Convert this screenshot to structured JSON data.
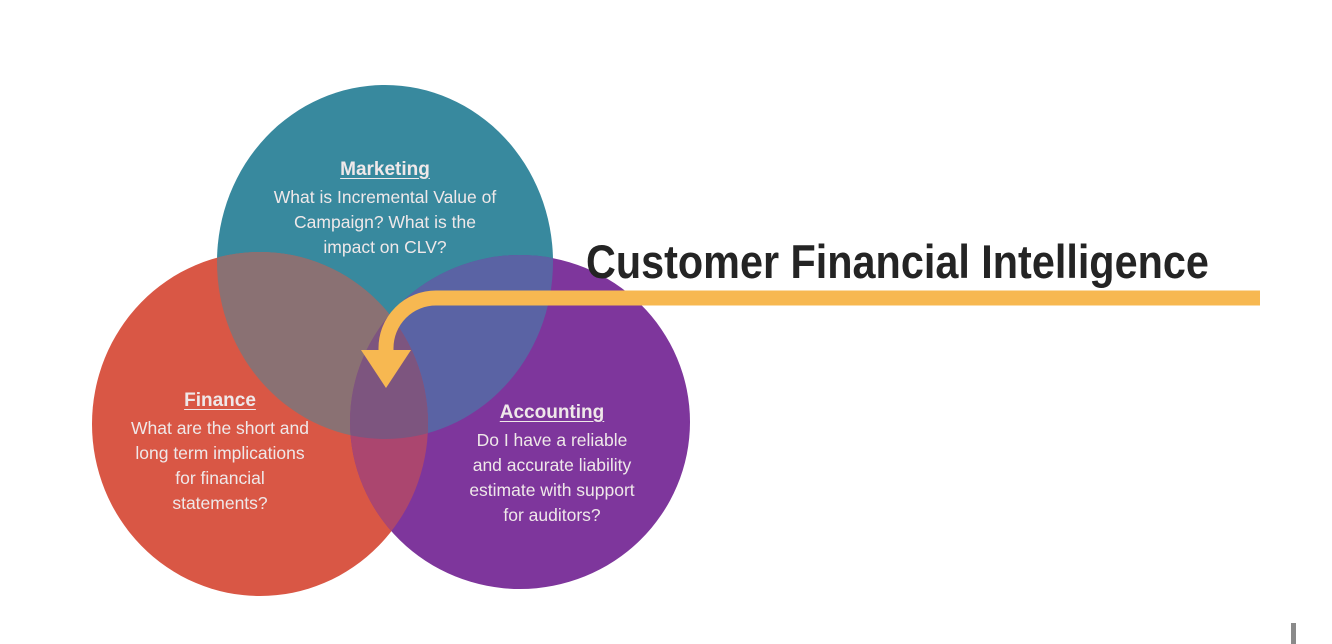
{
  "title": "Customer Financial Intelligence",
  "title_color": "#242424",
  "circle_text_color": "#EFE8E9",
  "background_color": "#FFFFFF",
  "venn": {
    "marketing": {
      "label": "Marketing",
      "lines": [
        "What is Incremental Value of",
        "Campaign? What is the",
        "impact on CLV?"
      ],
      "color": "#38899E"
    },
    "finance": {
      "label": "Finance",
      "lines": [
        "What are the short and",
        "long term implications",
        "for financial",
        "statements?"
      ],
      "color": "#D95745"
    },
    "accounting": {
      "label": "Accounting",
      "lines": [
        "Do I have a reliable",
        "and accurate liability",
        "estimate with support",
        "for auditors?"
      ],
      "color": "#7E369C"
    },
    "overlaps": {
      "marketing_finance": "#8A7173",
      "marketing_accounting": "#5A63A4",
      "finance_accounting": "#AB466F",
      "center": "#7D557F"
    }
  },
  "arrow": {
    "color": "#F7B851"
  },
  "scrollbar_color": "#8A8A8A"
}
